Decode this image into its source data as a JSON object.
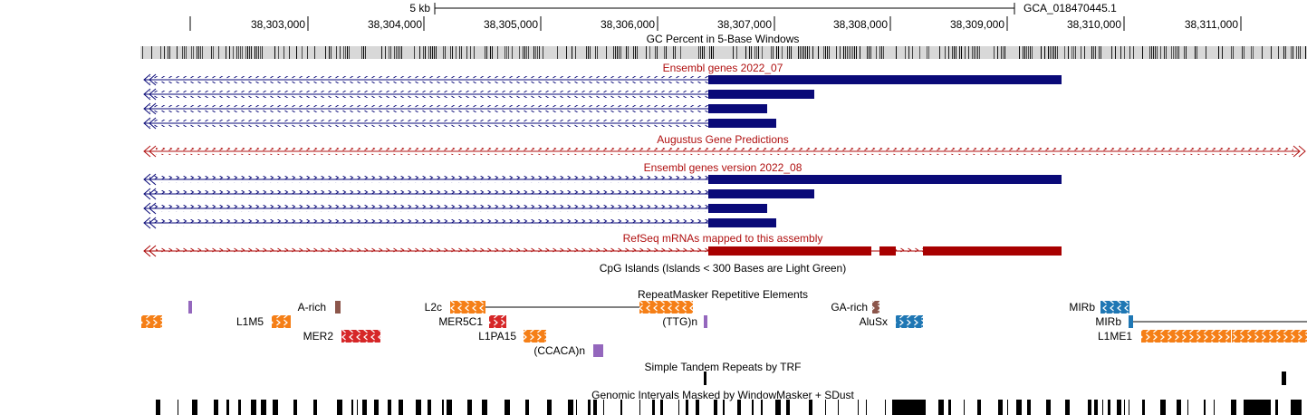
{
  "ruler": {
    "scale_label": "5 kb",
    "assembly": "GCA_018470445.1",
    "ticks": [
      "38,303,000",
      "38,304,000",
      "38,305,000",
      "38,306,000",
      "38,307,000",
      "38,308,000",
      "38,309,000",
      "38,310,000",
      "38,311,000"
    ]
  },
  "tracks": {
    "gc_percent": "GC Percent in 5-Base Windows",
    "ensembl_2022_07": "Ensembl genes 2022_07",
    "augustus": "Augustus Gene Predictions",
    "ensembl_2022_08": "Ensembl genes version 2022_08",
    "refseq": "RefSeq mRNAs mapped to this assembly",
    "cpg": "CpG Islands (Islands < 300 Bases are Light Green)",
    "repeatmasker": "RepeatMasker Repetitive Elements",
    "trf": "Simple Tandem Repeats by TRF",
    "windowmasker": "Genomic Intervals Masked by WindowMasker + SDust"
  },
  "repeat_labels": {
    "a_rich": "A-rich",
    "l2c": "L2c",
    "ga_rich": "GA-rich",
    "mirb_top": "MIRb",
    "l1m5": "L1M5",
    "mer5c1": "MER5C1",
    "ttg": "(TTG)n",
    "alusx": "AluSx",
    "mirb_mid": "MIRb",
    "mer2": "MER2",
    "l1pa15": "L1PA15",
    "l1me1": "L1ME1",
    "ccaca": "(CCACA)n"
  },
  "colors": {
    "gene_blue": "#0a0a78",
    "refseq_red": "#a80000",
    "label_red": "#b01010",
    "line_orange": "#f57f17",
    "sine_blue": "#1f77b4",
    "dna_red": "#d62728",
    "simple_purple": "#9467bd",
    "lowcomp_brown": "#8c564b"
  }
}
